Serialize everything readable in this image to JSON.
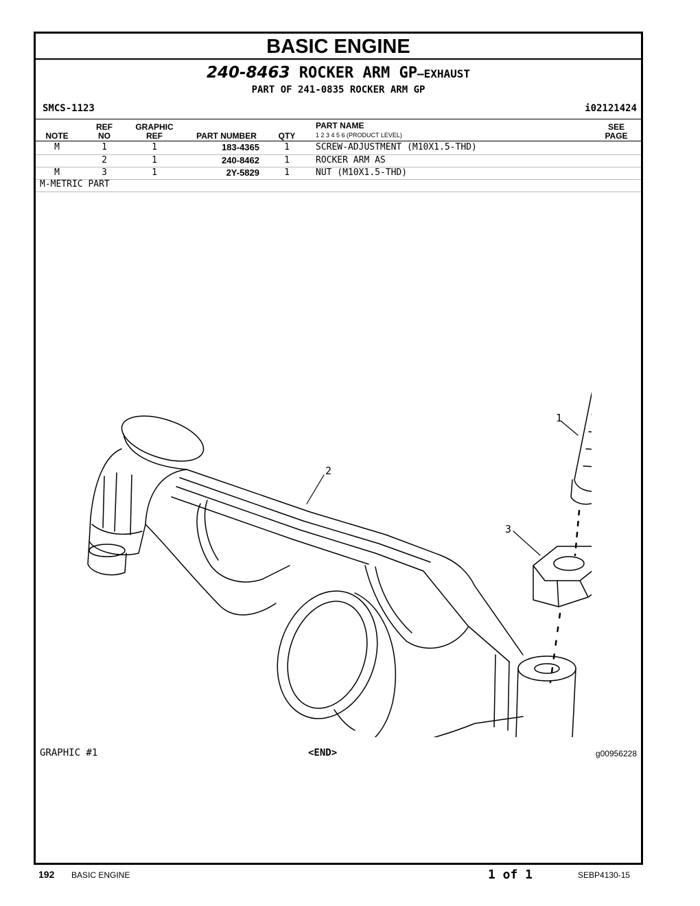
{
  "section_title": "BASIC ENGINE",
  "group": {
    "part_number": "240-8463",
    "name": "ROCKER ARM GP",
    "suffix": "—EXHAUST",
    "part_of": "PART OF 241-0835 ROCKER ARM GP"
  },
  "smcs": "SMCS-1123",
  "info_id": "i02121424",
  "columns": {
    "note": "NOTE",
    "ref_no_1": "REF",
    "ref_no_2": "NO",
    "graphic_ref_1": "GRAPHIC",
    "graphic_ref_2": "REF",
    "part_number": "PART NUMBER",
    "qty": "QTY",
    "part_name": "PART NAME",
    "levels": "1   2   3   4   5   6   (PRODUCT LEVEL)",
    "see_page_1": "SEE",
    "see_page_2": "PAGE"
  },
  "rows": [
    {
      "note": "M",
      "ref_no": "1",
      "graphic_ref": "1",
      "part_number": "183-4365",
      "qty": "1",
      "part_name": "SCREW-ADJUSTMENT (M10X1.5-THD)"
    },
    {
      "note": "",
      "ref_no": "2",
      "graphic_ref": "1",
      "part_number": "240-8462",
      "qty": "1",
      "part_name": "ROCKER ARM AS"
    },
    {
      "note": "M",
      "ref_no": "3",
      "graphic_ref": "1",
      "part_number": "2Y-5829",
      "qty": "1",
      "part_name": "NUT (M10X1.5-THD)"
    }
  ],
  "note_legend": "M-METRIC PART",
  "callouts": {
    "c1": "1",
    "c2": "2",
    "c3": "3"
  },
  "graphic_label": "GRAPHIC #1",
  "end_label": "<END>",
  "graphic_id": "g00956228",
  "footer": {
    "page": "192",
    "section": "BASIC ENGINE",
    "sheet": "1 of 1",
    "doc": "SEBP4130-15"
  }
}
